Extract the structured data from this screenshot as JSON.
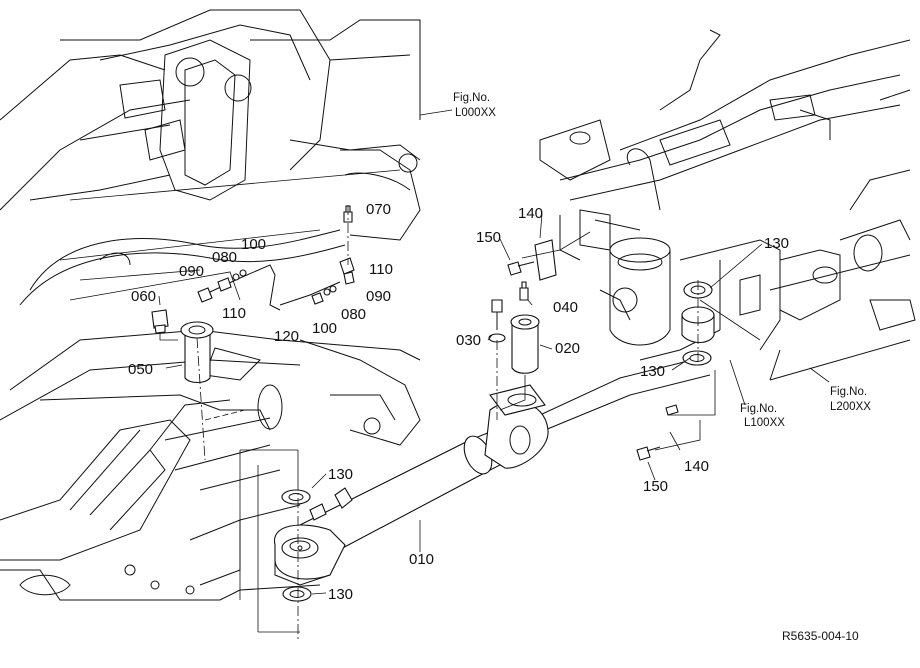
{
  "drawing_code": "R5635-004-10",
  "figure_refs": [
    {
      "title": "Fig.No.",
      "code": "L000XX"
    },
    {
      "title": "Fig.No.",
      "code": "L100XX"
    },
    {
      "title": "Fig.No.",
      "code": "L200XX"
    }
  ],
  "part_labels": [
    "070",
    "100",
    "080",
    "110",
    "090",
    "110",
    "060",
    "120",
    "100",
    "080",
    "090",
    "050",
    "150",
    "140",
    "040",
    "030",
    "020",
    "130",
    "130",
    "130",
    "140",
    "150",
    "130",
    "010",
    "130"
  ]
}
